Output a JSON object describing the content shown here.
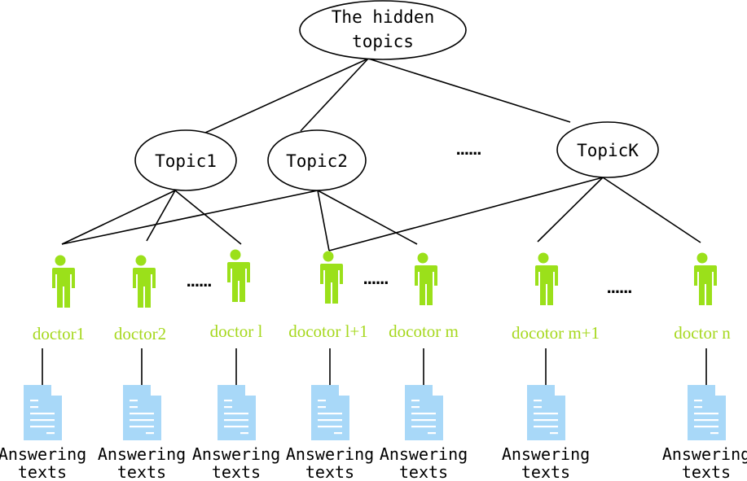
{
  "diagram": {
    "root": {
      "label_line1": "The hidden",
      "label_line2": "topics"
    },
    "topics": [
      {
        "id": "topic1",
        "label": "Topic1"
      },
      {
        "id": "topic2",
        "label": "Topic2"
      },
      {
        "id": "topicK",
        "label": "TopicK"
      }
    ],
    "topic_ellipsis": "......",
    "doctors": [
      {
        "id": "doctor1",
        "label": "doctor1"
      },
      {
        "id": "doctor2",
        "label": "doctor2"
      },
      {
        "id": "doctor-l",
        "label": "doctor l"
      },
      {
        "id": "doctor-l1",
        "label": "docotor l+1"
      },
      {
        "id": "doctor-m",
        "label": "docotor m"
      },
      {
        "id": "doctor-m1",
        "label": "docotor m+1"
      },
      {
        "id": "doctor-n",
        "label": "doctor n"
      }
    ],
    "doctor_ellipses": [
      "......",
      "......",
      "......"
    ],
    "documents": [
      {
        "line1": "Answering",
        "line2": "texts"
      },
      {
        "line1": "Answering",
        "line2": "texts"
      },
      {
        "line1": "Answering",
        "line2": "texts"
      },
      {
        "line1": "Answering",
        "line2": "texts"
      },
      {
        "line1": "Answering",
        "line2": "texts"
      },
      {
        "line1": "Answering",
        "line2": "texts"
      },
      {
        "line1": "Answering",
        "line2": "texts"
      }
    ],
    "edges": [
      [
        "root",
        "topic1"
      ],
      [
        "root",
        "topic2"
      ],
      [
        "root",
        "topicK"
      ],
      [
        "topic1",
        "doctor1"
      ],
      [
        "topic1",
        "doctor2"
      ],
      [
        "topic1",
        "doctor-l"
      ],
      [
        "topic2",
        "doctor1"
      ],
      [
        "topic2",
        "doctor-l1"
      ],
      [
        "topic2",
        "doctor-m"
      ],
      [
        "topicK",
        "doctor-l1"
      ],
      [
        "topicK",
        "doctor-m1"
      ],
      [
        "topicK",
        "doctor-n"
      ]
    ],
    "colors": {
      "person": "#9be01a",
      "doctor_label": "#a6d81e",
      "document": "#a8d8f8",
      "line": "#000000"
    }
  }
}
